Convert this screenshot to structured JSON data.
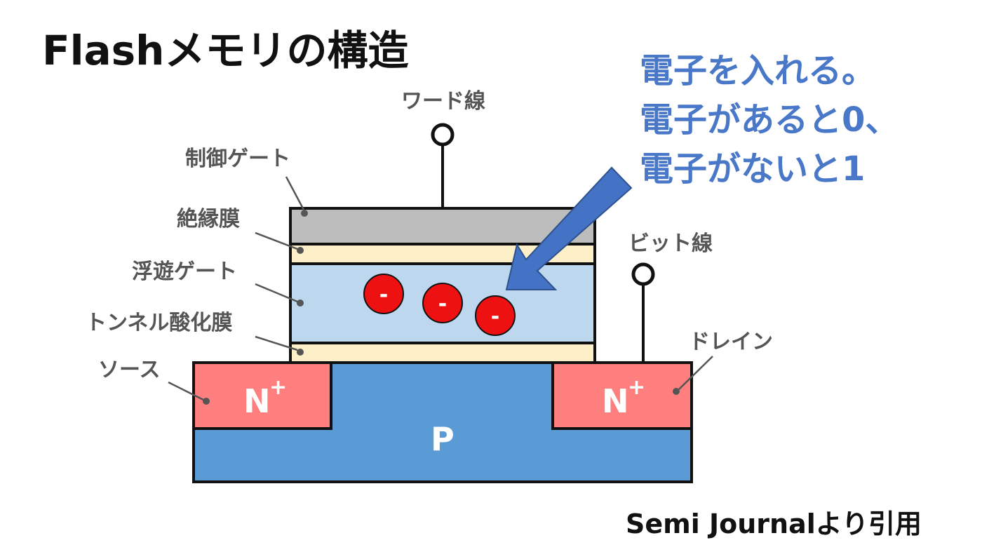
{
  "title": "Flashメモリの構造",
  "note_lines": [
    "電子を入れる。",
    "電子があると0、",
    "電子がないと1"
  ],
  "labels": {
    "word_line": "ワード線",
    "bit_line": "ビット線",
    "control_gate": "制御ゲート",
    "insulating_film": "絶縁膜",
    "floating_gate": "浮遊ゲート",
    "tunnel_oxide": "トンネル酸化膜",
    "source": "ソース",
    "drain": "ドレイン"
  },
  "regions": {
    "source_region": "N",
    "source_sup": "+",
    "drain_region": "N",
    "drain_sup": "+",
    "substrate": "P"
  },
  "electrons": [
    "-",
    "-",
    "-"
  ],
  "credit": "Semi Journalより引用",
  "colors": {
    "control_gate": "#bdbdbd",
    "insulator": "#fdf0c8",
    "floating_gate": "#bdd7ee",
    "n_region": "#ff7f7f",
    "p_substrate": "#5b9bd5",
    "electron": "#ee1111",
    "arrow": "#4472c4",
    "note_text": "#4a78c8"
  }
}
